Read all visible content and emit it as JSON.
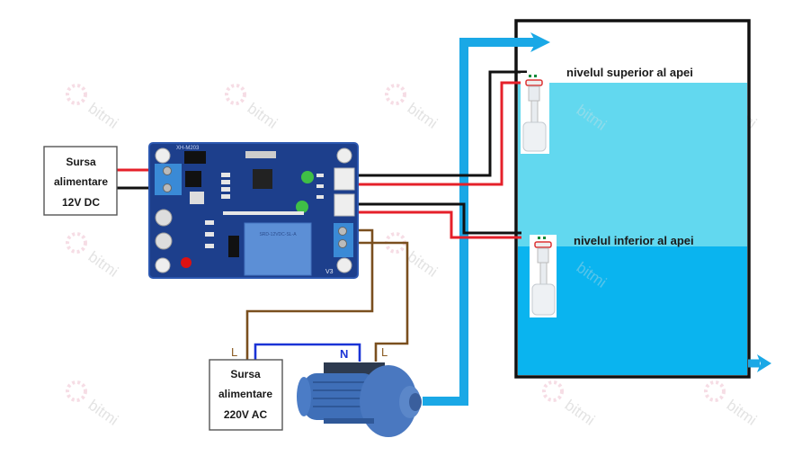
{
  "diagram": {
    "dc_supply": {
      "line1": "Sursa",
      "line2": "alimentare",
      "line3": "12V DC"
    },
    "ac_supply": {
      "line1": "Sursa",
      "line2": "alimentare",
      "line3": "220V AC"
    },
    "tank": {
      "upper_label": "nivelul superior al apei",
      "lower_label": "nivelul inferior al apei"
    },
    "board": {
      "model": "XH-M203",
      "relay_text": "SRD-12VDC-SL-A",
      "terminal_label": "V3"
    },
    "wire_labels": {
      "l_supply": "L",
      "n_label": "N",
      "l_pump": "L"
    },
    "watermark": "bitmi",
    "colors": {
      "pipe": "#1aa8e6",
      "water_upper": "#62d8ef",
      "water_lower": "#0ab4ef",
      "wire_red": "#e5202a",
      "wire_black": "#111111",
      "wire_brown": "#7a4f1e",
      "wire_blue": "#1a33d6",
      "board": "#1d3f8c"
    }
  }
}
